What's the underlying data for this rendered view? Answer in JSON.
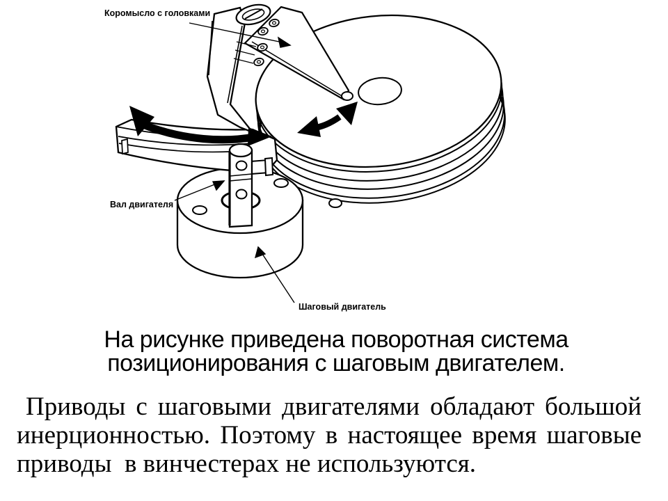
{
  "slide": {
    "background_color": "#ffffff",
    "ink_color": "#000000"
  },
  "diagram": {
    "description": "rotary-head-positioning-system-with-stepper-motor",
    "labels": {
      "rocker": "Коромысло с головками",
      "shaft": "Вал двигателя",
      "motor": "Шаговый двигатель"
    }
  },
  "caption": {
    "line1": "На рисунке приведена поворотная система",
    "line2": "позиционирования с шаговым двигателем."
  },
  "paragraph": {
    "line1": "Приводы с шаговыми двигателями обладают большой",
    "line2": "инерционностью. Поэтому в настоящее время шаговые",
    "line3": "приводы  в винчестерах не используются."
  }
}
